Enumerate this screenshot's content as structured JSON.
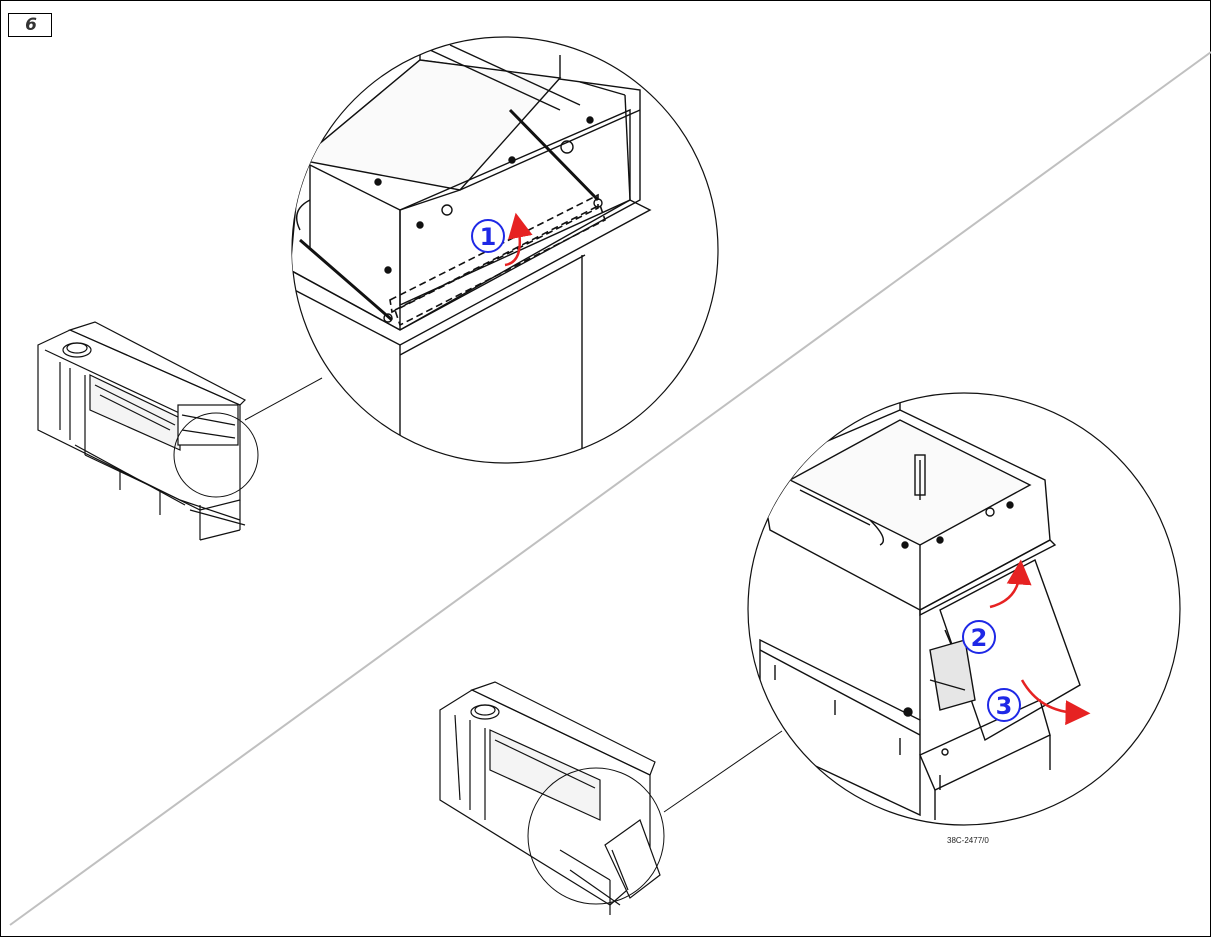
{
  "step_number": "6",
  "reference_code": "38C-2477/0",
  "callouts": [
    {
      "label": "1"
    },
    {
      "label": "2"
    },
    {
      "label": "3"
    }
  ],
  "colors": {
    "callout": "#1e28e6",
    "arrow": "#e62222",
    "divider": "#c0c0c0",
    "line": "#111111"
  }
}
